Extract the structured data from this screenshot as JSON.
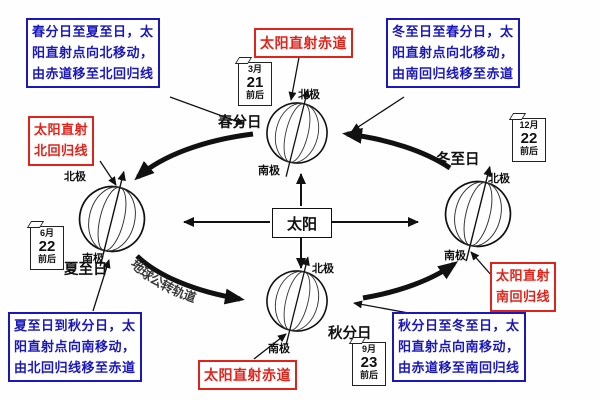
{
  "colors": {
    "annotation_blue": "#1a18bb",
    "annotation_red": "#e2231a",
    "ink": "#111111"
  },
  "sun": {
    "label": "太阳"
  },
  "orbit_label": "地球公转轨道",
  "poles": {
    "north": "北极",
    "south": "南极"
  },
  "seasons": {
    "spring": {
      "name": "春分日",
      "month": "3月",
      "day": "21",
      "suffix": "前后"
    },
    "summer": {
      "name": "夏至日",
      "month": "6月",
      "day": "22",
      "suffix": "前后"
    },
    "autumn": {
      "name": "秋分日",
      "month": "9月",
      "day": "23",
      "suffix": "前后"
    },
    "winter": {
      "name": "冬至日",
      "month": "12月",
      "day": "22",
      "suffix": "前后"
    }
  },
  "annotations": {
    "top_left": {
      "lines": [
        "春分日至夏至日，太",
        "阳直射点向北移动，",
        "由赤道移至北回归线"
      ]
    },
    "top_right": {
      "lines": [
        "冬至日至春分日，太",
        "阳直射点向北移动，",
        "由南回归线移至赤道"
      ]
    },
    "bottom_left": {
      "lines": [
        "夏至日到秋分日，太",
        "阳直射点向南移动，",
        "由北回归线移至赤道"
      ]
    },
    "bottom_right": {
      "lines": [
        "秋分日至冬至日，太",
        "阳直射点向南移动，",
        "由赤道移至南回归线"
      ]
    },
    "equator_top": "太阳直射赤道",
    "equator_bottom": "太阳直射赤道",
    "tropic_north": {
      "lines": [
        "太阳直射",
        "北回归线"
      ]
    },
    "tropic_south": {
      "lines": [
        "太阳直射",
        "南回归线"
      ]
    }
  }
}
